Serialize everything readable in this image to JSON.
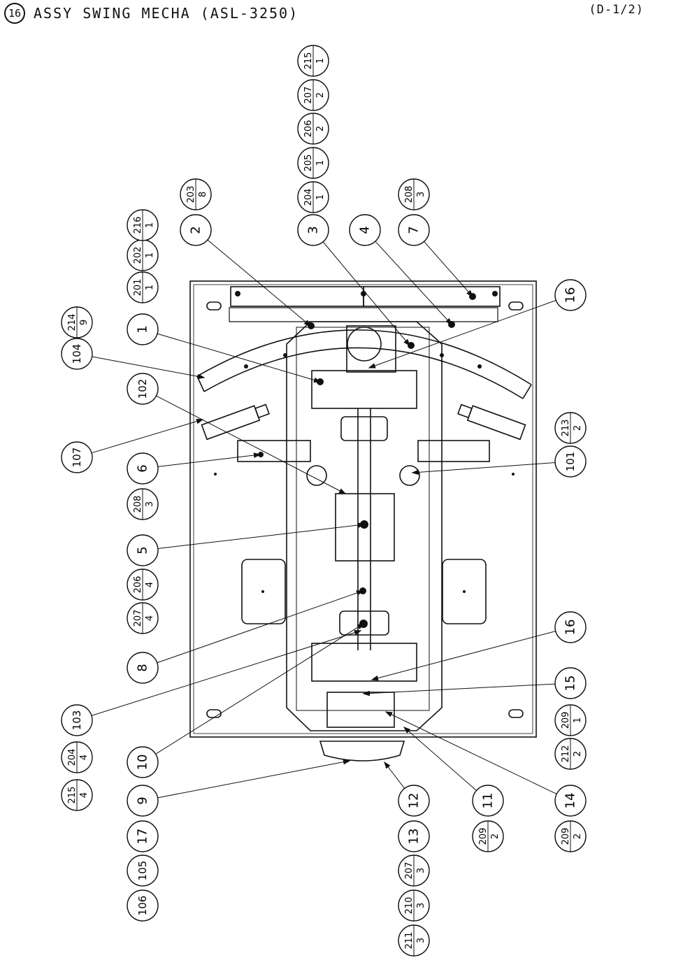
{
  "header": {
    "num": "16",
    "title": "ASSY SWING MECHA (ASL-3250)",
    "page": "(D-1/2)"
  },
  "bubbles": [
    {
      "id": "b1",
      "label": "1"
    },
    {
      "id": "b2",
      "label": "2"
    },
    {
      "id": "b3",
      "label": "3"
    },
    {
      "id": "b4",
      "label": "4"
    },
    {
      "id": "b5",
      "label": "5"
    },
    {
      "id": "b6",
      "label": "6"
    },
    {
      "id": "b7",
      "label": "7"
    },
    {
      "id": "b8",
      "label": "8"
    },
    {
      "id": "b9",
      "label": "9"
    },
    {
      "id": "b10",
      "label": "10"
    },
    {
      "id": "b11",
      "label": "11"
    },
    {
      "id": "b12",
      "label": "12"
    },
    {
      "id": "b13",
      "label": "13"
    },
    {
      "id": "b14",
      "label": "14"
    },
    {
      "id": "b15",
      "label": "15"
    },
    {
      "id": "b16a",
      "label": "16"
    },
    {
      "id": "b16b",
      "label": "16"
    },
    {
      "id": "b17",
      "label": "17"
    },
    {
      "id": "b101",
      "label": "101"
    },
    {
      "id": "b102",
      "label": "102"
    },
    {
      "id": "b103",
      "label": "103"
    },
    {
      "id": "b104",
      "label": "104"
    },
    {
      "id": "b105",
      "label": "105"
    },
    {
      "id": "b106",
      "label": "106"
    },
    {
      "id": "b107",
      "label": "107"
    }
  ],
  "fractions": [
    {
      "id": "f201",
      "num": "201",
      "den": "1"
    },
    {
      "id": "f202",
      "num": "202",
      "den": "1"
    },
    {
      "id": "f216",
      "num": "216",
      "den": "1"
    },
    {
      "id": "f203",
      "num": "203",
      "den": "8"
    },
    {
      "id": "f214",
      "num": "214",
      "den": "9"
    },
    {
      "id": "f204a",
      "num": "204",
      "den": "1"
    },
    {
      "id": "f205",
      "num": "205",
      "den": "1"
    },
    {
      "id": "f206a",
      "num": "206",
      "den": "2"
    },
    {
      "id": "f207a",
      "num": "207",
      "den": "2"
    },
    {
      "id": "f215a",
      "num": "215",
      "den": "1"
    },
    {
      "id": "f208a",
      "num": "208",
      "den": "3"
    },
    {
      "id": "f208b",
      "num": "208",
      "den": "3"
    },
    {
      "id": "f206b",
      "num": "206",
      "den": "4"
    },
    {
      "id": "f207b",
      "num": "207",
      "den": "4"
    },
    {
      "id": "f204b",
      "num": "204",
      "den": "4"
    },
    {
      "id": "f215b",
      "num": "215",
      "den": "4"
    },
    {
      "id": "f213",
      "num": "213",
      "den": "2"
    },
    {
      "id": "f209a",
      "num": "209",
      "den": "1"
    },
    {
      "id": "f212",
      "num": "212",
      "den": "2"
    },
    {
      "id": "f209b",
      "num": "209",
      "den": "2"
    },
    {
      "id": "f209c",
      "num": "209",
      "den": "2"
    },
    {
      "id": "f207c",
      "num": "207",
      "den": "3"
    },
    {
      "id": "f210",
      "num": "210",
      "den": "3"
    },
    {
      "id": "f211",
      "num": "211",
      "den": "3"
    }
  ]
}
